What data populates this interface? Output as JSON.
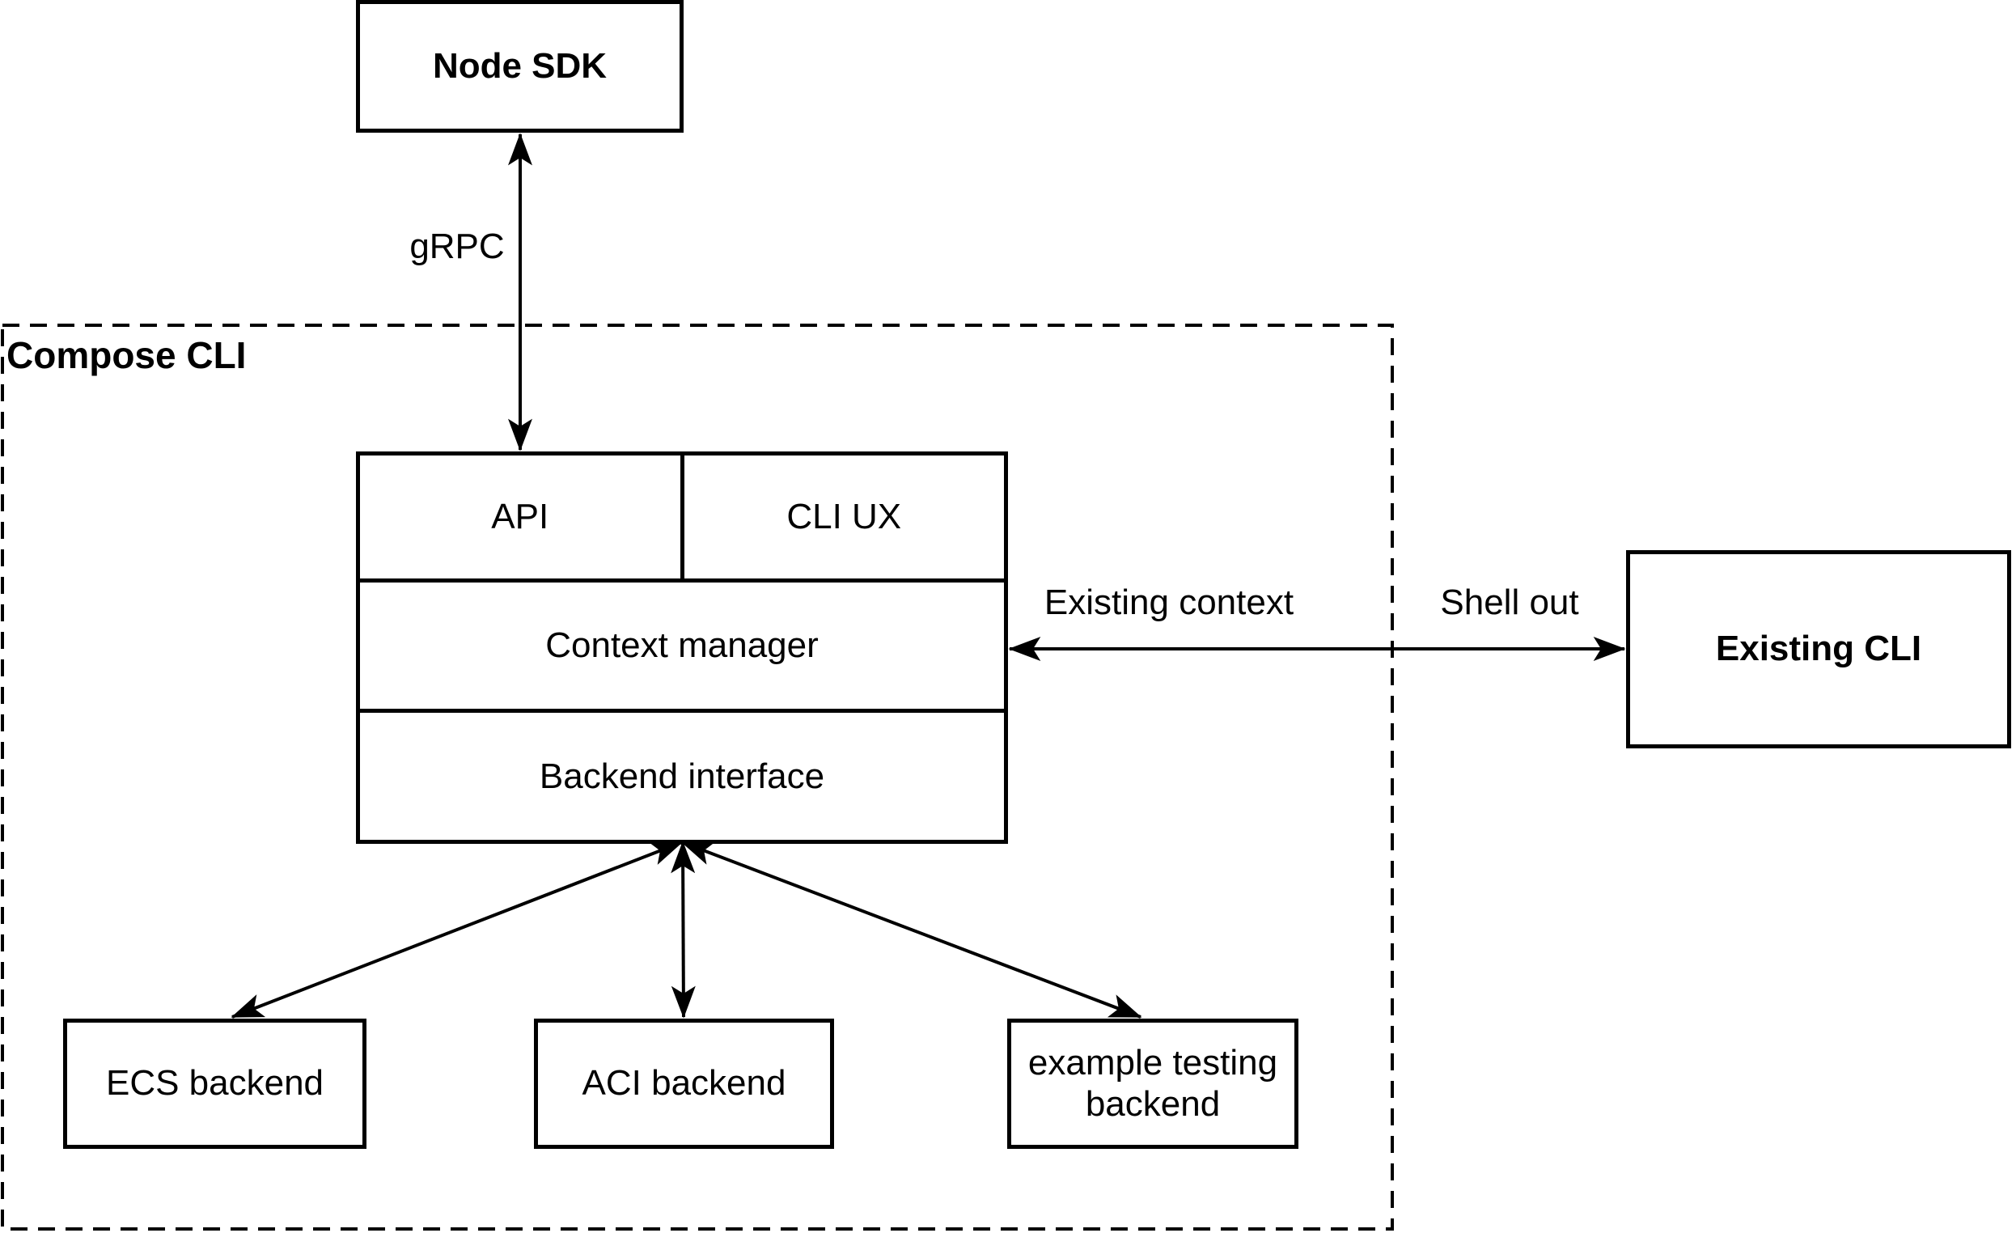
{
  "diagram": {
    "background_color": "#ffffff",
    "stroke_color": "#000000",
    "nodes": {
      "node_sdk": {
        "label": "Node SDK"
      },
      "compose_cli_container": {
        "label": "Compose CLI"
      },
      "api": {
        "label": "API"
      },
      "cli_ux": {
        "label": "CLI UX"
      },
      "context_manager": {
        "label": "Context manager"
      },
      "backend_interface": {
        "label": "Backend interface"
      },
      "ecs_backend": {
        "label": "ECS backend"
      },
      "aci_backend": {
        "label": "ACI backend"
      },
      "example_testing_backend": {
        "label": "example testing backend"
      },
      "existing_cli": {
        "label": "Existing CLI"
      }
    },
    "edge_labels": {
      "grpc": {
        "label": "gRPC"
      },
      "existing_context": {
        "label": "Existing context"
      },
      "shell_out": {
        "label": "Shell out"
      }
    }
  }
}
